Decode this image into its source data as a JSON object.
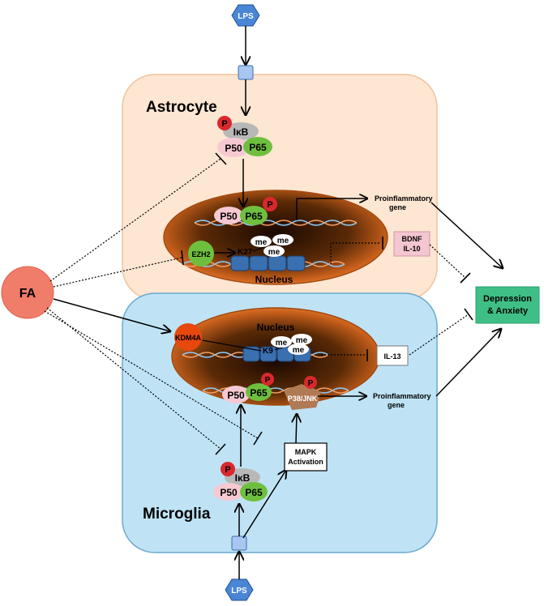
{
  "labels": {
    "lps_top": "LPS",
    "lps_bottom": "LPS",
    "astrocyte": "Astrocyte",
    "microglia": "Microglia",
    "nucleus_astro": "Nucleus",
    "nucleus_micro": "Nucleus",
    "fa": "FA",
    "ikb": "IκB",
    "p50": "P50",
    "p65": "P65",
    "p": "P",
    "ezh2": "EZH2",
    "k27": "K27",
    "k9": "K9",
    "me": "me",
    "kdm4a": "KDM4A",
    "p38jnk": "P38/JNK",
    "proinflammatory_line1": "Proinflammatory",
    "proinflammatory_line2": "gene",
    "bdnf": "BDNF",
    "il10": "IL-10",
    "il13": "IL-13",
    "mapk_line1": "MAPK",
    "mapk_line2": "Activation",
    "outcome_line1": "Depression",
    "outcome_line2": "& Anxiety"
  },
  "colors": {
    "astrocyte_fill": "#fde6d2",
    "microglia_fill": "#bfe3f5",
    "lps_fill": "#4a86d6",
    "fa_fill": "#f07d6a",
    "outcome_fill": "#3fbf86",
    "p_red": "#d9282d",
    "p65_green": "#6fbf3f",
    "p50_pink": "#f6c9d2",
    "ikb_gray": "#b8b8b8",
    "bdnf_pink": "#f4c6d1",
    "nucleus_orange": "#d7641e"
  }
}
